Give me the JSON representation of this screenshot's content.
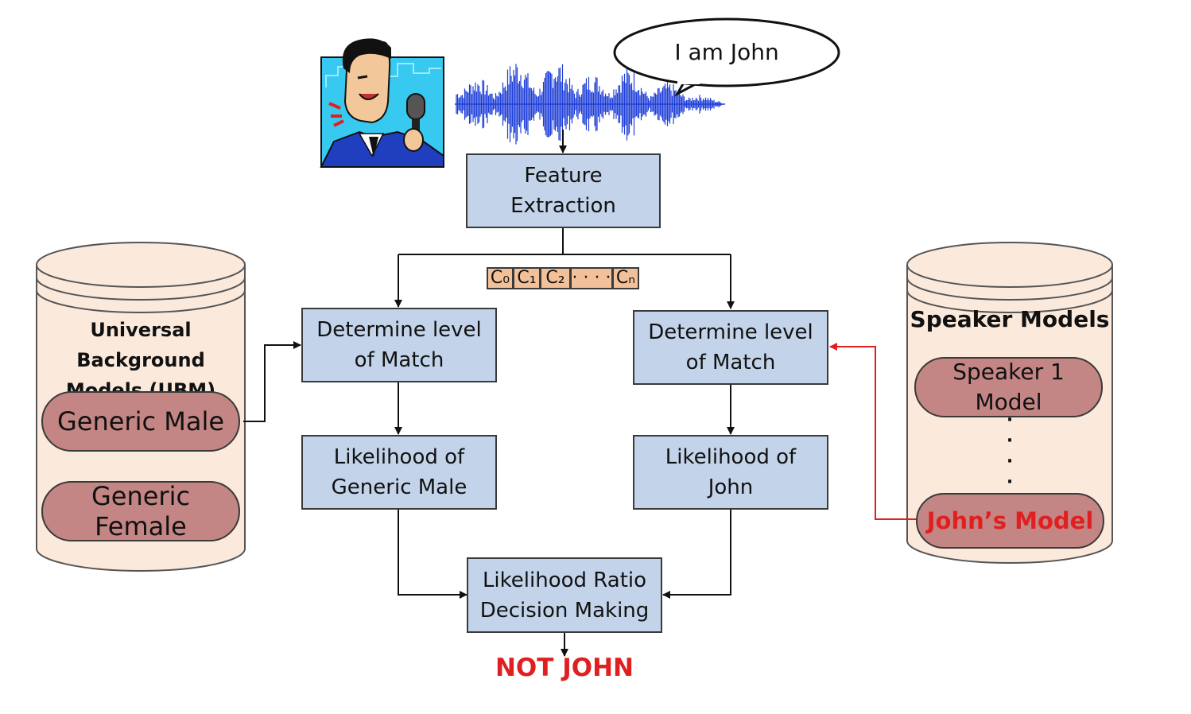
{
  "speech_bubble": "I am John",
  "feature_extraction": [
    "Feature",
    "Extraction"
  ],
  "coefficients": [
    "C₀",
    "C₁",
    "C₂",
    "· · · ·",
    "Cₙ"
  ],
  "ubm": {
    "title": [
      "Universal Background",
      "Models (UBM)"
    ],
    "male": "Generic Male",
    "female": "Generic Female"
  },
  "speakers": {
    "title": "Speaker Models",
    "speaker1": [
      "Speaker 1",
      "Model"
    ],
    "ellipsis": "·\n·\n·\n·",
    "john": "John’s Model"
  },
  "left_branch": {
    "match": [
      "Determine level",
      "of Match"
    ],
    "likelihood": [
      "Likelihood of",
      "Generic Male"
    ]
  },
  "right_branch": {
    "match": [
      "Determine level",
      "of Match"
    ],
    "likelihood": [
      "Likelihood of",
      "John"
    ]
  },
  "decision": [
    "Likelihood Ratio",
    "Decision Making"
  ],
  "result": "NOT JOHN",
  "colors": {
    "box_fill": "#c3d4ea",
    "pill_fill": "#c48585",
    "cylinder_fill": "#fbe9dc",
    "coef_fill": "#f3c199",
    "highlight": "#e02020",
    "waveform": "#1f3fd8"
  }
}
